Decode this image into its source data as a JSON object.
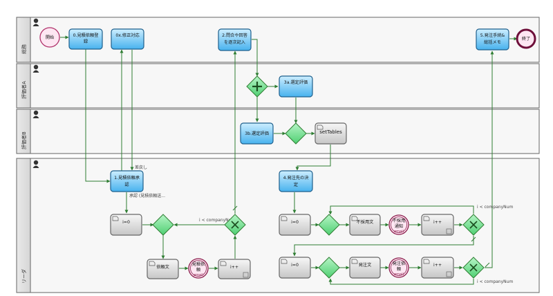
{
  "lanes": [
    {
      "id": "lane-soumu",
      "label": "総務"
    },
    {
      "id": "lane-hyoka-a",
      "label": "評価者A"
    },
    {
      "id": "lane-hyoka-b",
      "label": "評価者B"
    },
    {
      "id": "lane-leader",
      "label": "リーダ"
    }
  ],
  "events": {
    "start": "開始",
    "end": "終了"
  },
  "tasks": {
    "t0": [
      "0.見積依頼登",
      "録"
    ],
    "t0x": [
      "0x.修正対応"
    ],
    "t2": [
      "2.問合や回答",
      "を逐次記入"
    ],
    "t5": [
      "5.発注手続&",
      "総括メモ"
    ],
    "t3a": [
      "3a.選定評価"
    ],
    "t3b": [
      "3b.選定評価"
    ],
    "setTables": [
      "setTables"
    ],
    "t1": [
      "1.見積依頼承",
      "認"
    ],
    "t4": [
      "4.発注先の決",
      "定"
    ],
    "i0_left": [
      "i=0"
    ],
    "irai": [
      "依頼文"
    ],
    "ipp_left": [
      "i++"
    ],
    "i0_r1": [
      "i=0"
    ],
    "fusaiyo": [
      "不採用文"
    ],
    "ipp_r1": [
      "i++"
    ],
    "i0_r2": [
      "i=0"
    ],
    "hacchu": [
      "発注文"
    ],
    "ipp_r2": [
      "i++"
    ]
  },
  "mail_events": {
    "mitsumori": [
      "見積依",
      "頼"
    ],
    "fusaiyo": [
      "不採用",
      "通知"
    ],
    "hacchu": [
      "発注依",
      "頼"
    ],
    "tag": "email"
  },
  "edge_labels": {
    "sashimodoshi": "差戻し",
    "shounin": "承認 (見積依頼送...",
    "cond_left": "i < companyNum",
    "cond_r1": "i < companyNum",
    "cond_r2": "i < companyNum"
  },
  "colors": {
    "task_blue_top": "#bfe7ff",
    "task_blue_bottom": "#4ab4ef",
    "task_gray_top": "#f4f4f4",
    "task_gray_bottom": "#c9c9c9",
    "gateway": "#7ee39a",
    "arrow": "#2e7d32",
    "start_fill": "#fde6f2",
    "end_fill": "#fde6f2",
    "event_border": "#8a1a4a"
  }
}
